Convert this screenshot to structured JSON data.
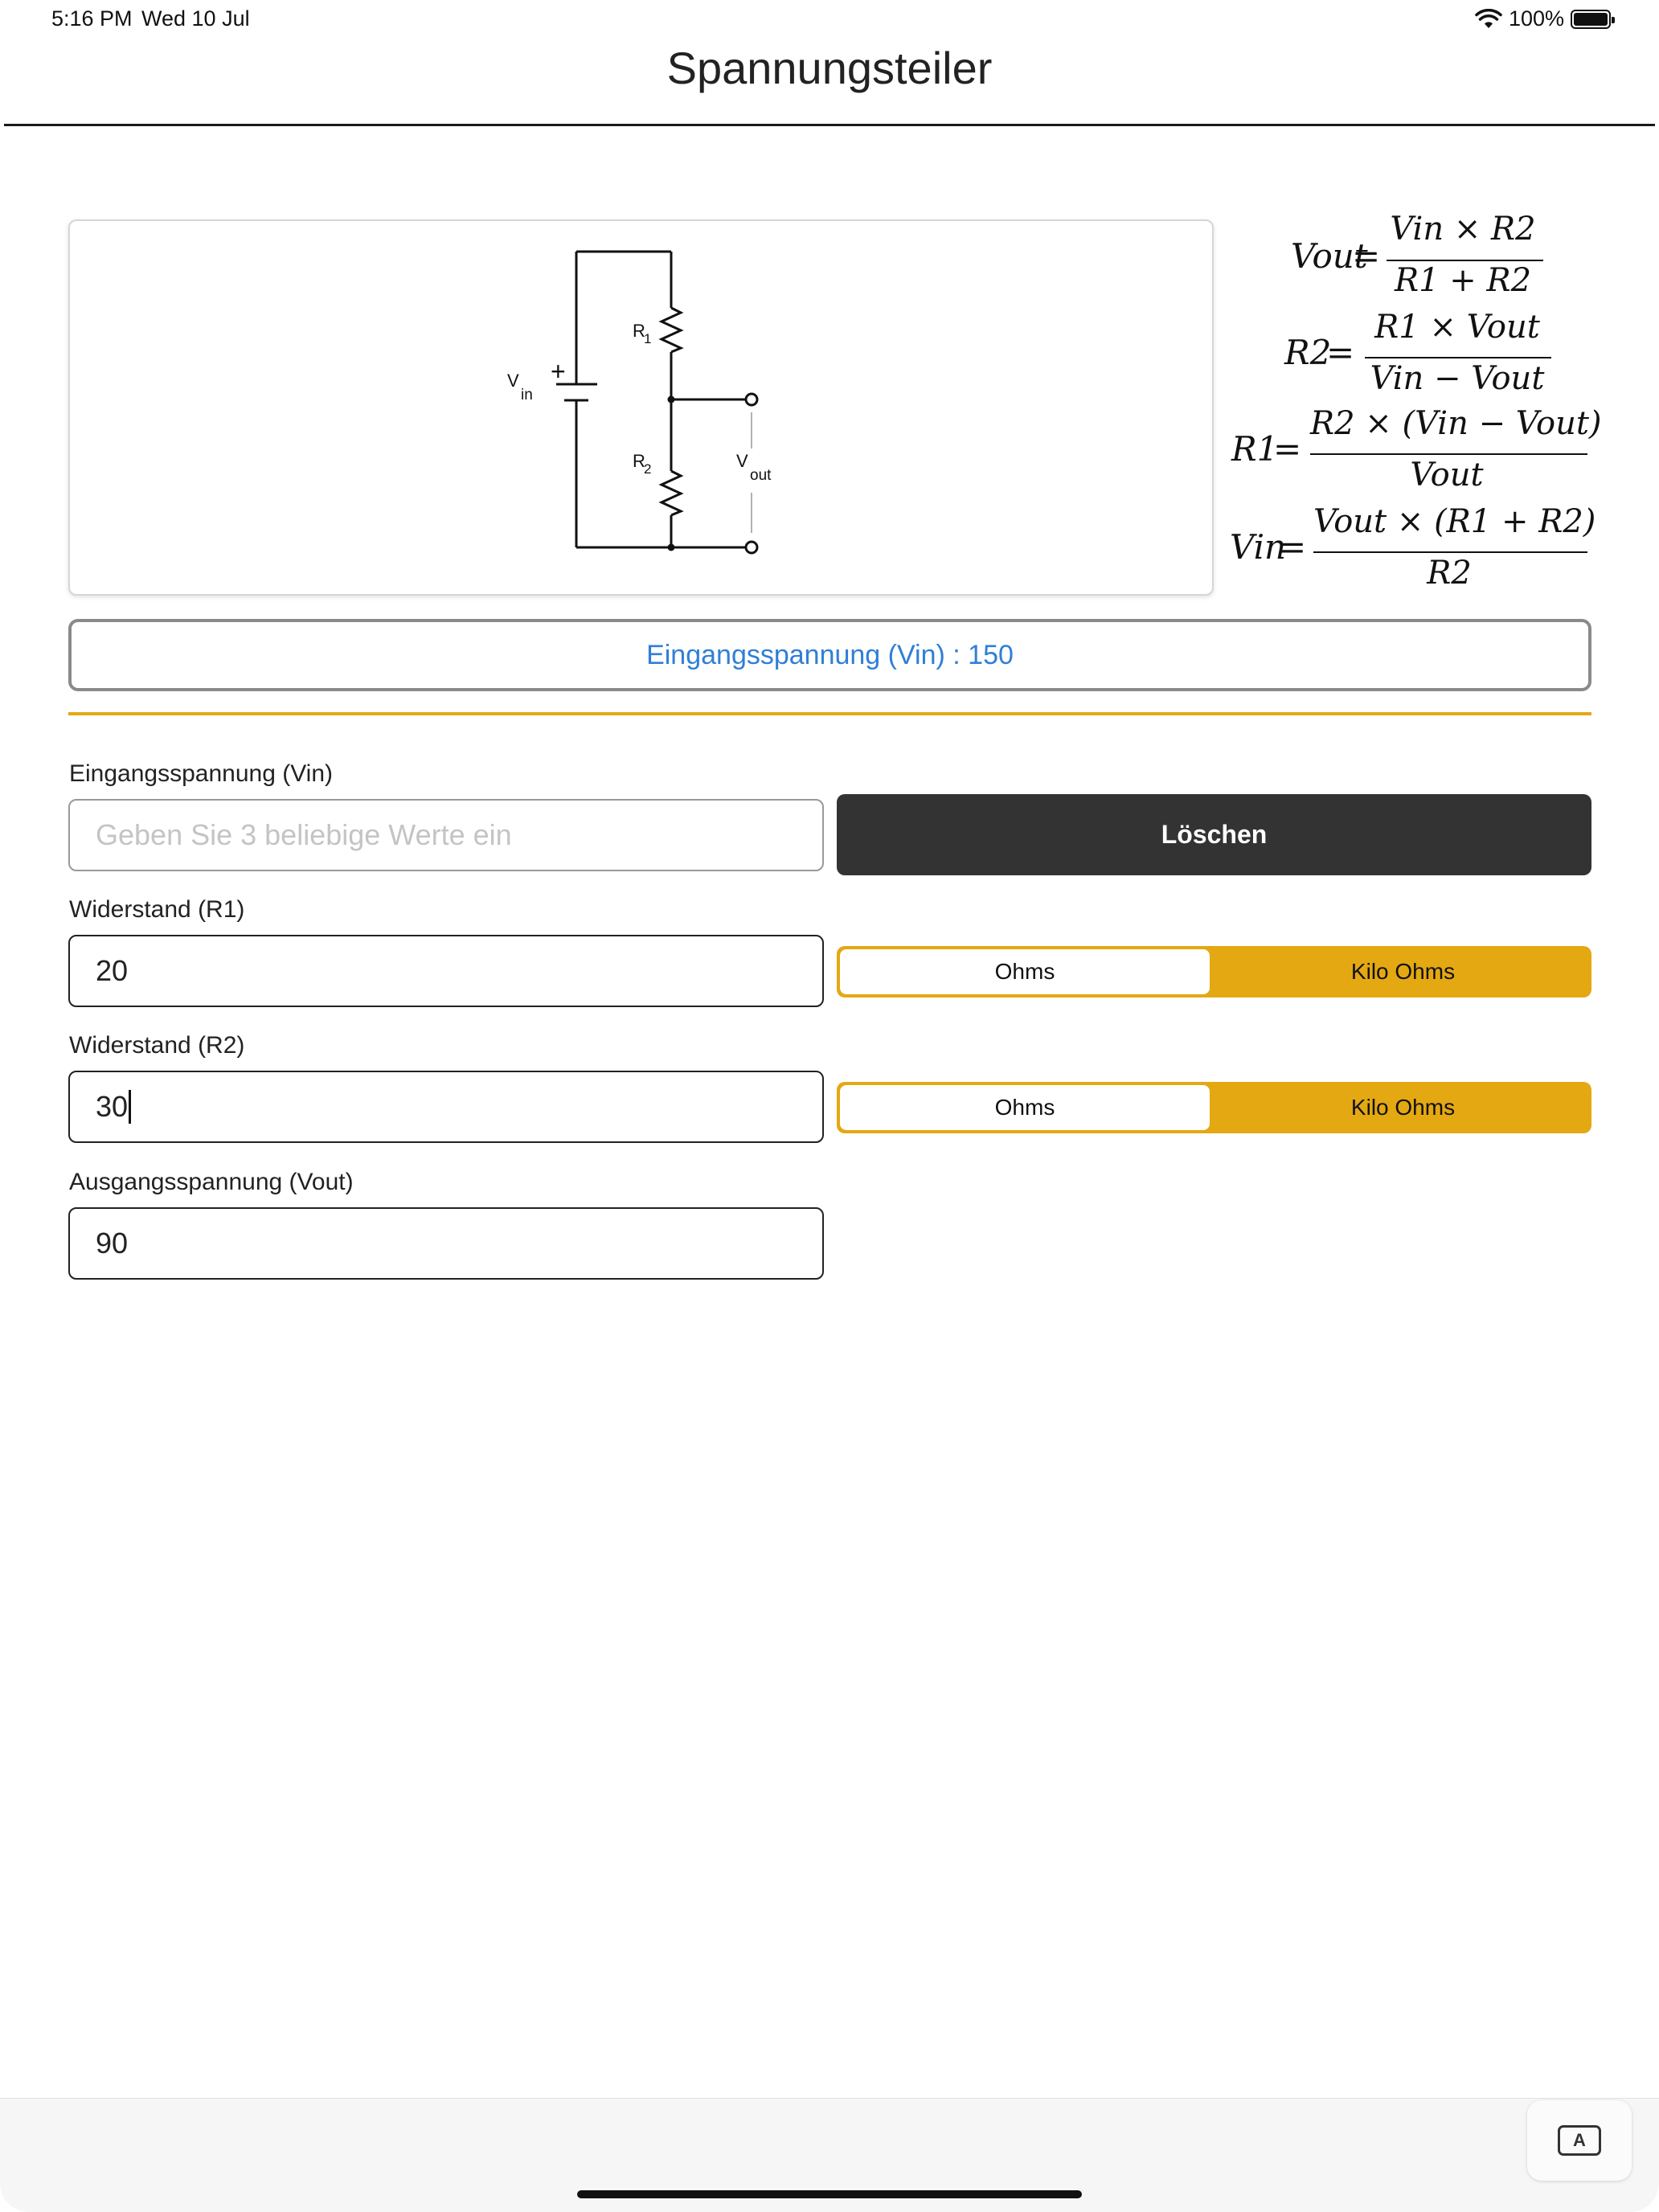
{
  "status_bar": {
    "time": "5:16 PM",
    "date": "Wed 10 Jul",
    "battery": "100%"
  },
  "nav": {
    "title": "Spannungsteiler"
  },
  "circuit": {
    "labels": {
      "r1": "R",
      "r1_sub": "1",
      "r2": "R",
      "r2_sub": "2",
      "vin": "V",
      "vin_sub": "in",
      "vout": "V",
      "vout_sub": "out",
      "plus": "+"
    }
  },
  "formulas": {
    "vout": {
      "lhs": "Vout",
      "num": "Vin × R2",
      "den": "R1 + R2"
    },
    "r2": {
      "lhs": "R2",
      "num": "R1 × Vout",
      "den": "Vin − Vout"
    },
    "r1": {
      "lhs": "R1",
      "num": "R2 × (Vin − Vout)",
      "den": "Vout"
    },
    "vin": {
      "lhs": "Vin",
      "num": "Vout × (R1 + R2)",
      "den": "R2"
    }
  },
  "result": {
    "text": "Eingangsspannung (Vin) : 150"
  },
  "form": {
    "vin_label": "Eingangsspannung (Vin)",
    "vin_placeholder": "Geben Sie 3 beliebige Werte ein",
    "clear_label": "Löschen",
    "r1_label": "Widerstand (R1)",
    "r1_value": "20",
    "r2_label": "Widerstand (R2)",
    "r2_value": "30",
    "vout_label": "Ausgangsspannung (Vout)",
    "vout_value": "90",
    "unit_ohms": "Ohms",
    "unit_kohms": "Kilo Ohms",
    "r1_unit_selected": "Kilo Ohms",
    "r2_unit_selected": "Kilo Ohms"
  },
  "keyboard": {
    "icon_letter": "A"
  },
  "colors": {
    "accent": "#e4a812",
    "result_text": "#2f7fd6",
    "clear_bg": "#333333"
  }
}
